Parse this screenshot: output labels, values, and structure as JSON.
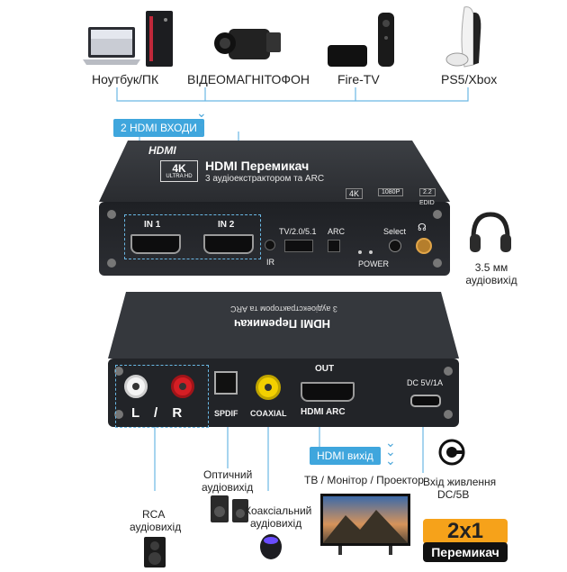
{
  "devices": {
    "laptop_label": "Ноутбук/ПК",
    "camcorder_label": "ВІДЕОМАГНІТОФОН",
    "firetv_label": "Fire-TV",
    "ps5_label": "PS5/Xbox"
  },
  "inputs_pill": "2 HDMI ВХОДИ",
  "front_panel": {
    "hdmi_logo": "HDMI",
    "badge_4k": "4K",
    "badge_uhd": "ULTRA HD",
    "title": "HDMI Перемикач",
    "subtitle": "3 аудіоекстрактором та ARC",
    "spec_4k": "4K",
    "spec_fps": "1080P",
    "spec_edid": "2.2",
    "spec_edid2": "EDID",
    "in1": "IN 1",
    "in2": "IN 2",
    "ir": "IR",
    "mode": "TV/2.0/5.1",
    "arc": "ARC",
    "select": "Select",
    "power": "POWER"
  },
  "headphones_label": "3.5 мм аудіовихід",
  "rear_panel": {
    "title": "HDMI Перемикач",
    "subtitle": "3 аудіоекстрактором та ARC",
    "lr": "L / R",
    "spdif": "SPDIF",
    "coaxial": "COAXIAL",
    "out": "OUT",
    "hdmi_arc": "HDMI ARC",
    "dc": "DC 5V/1A"
  },
  "outputs": {
    "hdmi_out_pill": "HDMI вихід",
    "tv_label": "ТВ / Монітор / Проектор",
    "power_label_1": "Вхід живлення",
    "power_label_2": "DC/5B",
    "optical_1": "Оптичний",
    "optical_2": "аудіовихід",
    "coax_1": "Коаксіальний",
    "coax_2": "аудіовихід",
    "rca_1": "RCA",
    "rca_2": "аудіовихід"
  },
  "switch_badge": {
    "big": "2x1",
    "small": "Перемикач"
  }
}
